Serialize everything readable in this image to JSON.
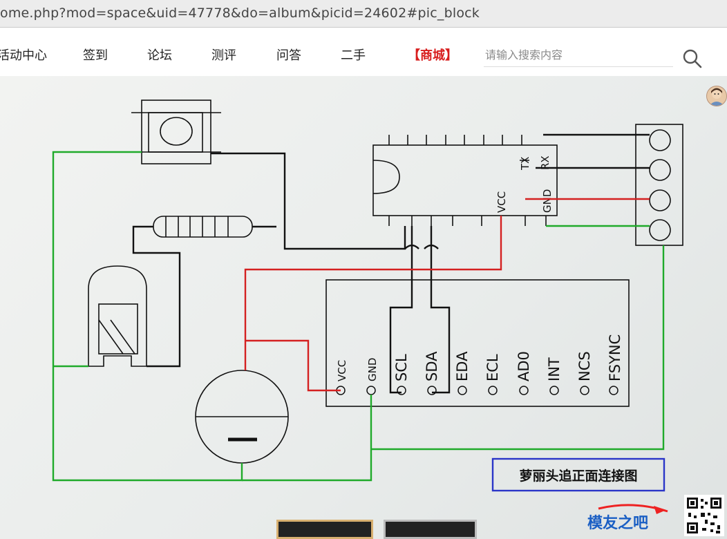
{
  "browser": {
    "url": "ome.php?mod=space&uid=47778&do=album&picid=24602#pic_block"
  },
  "nav": {
    "items": [
      "活动中心",
      "签到",
      "论坛",
      "测评",
      "问答",
      "二手",
      "【商城】"
    ],
    "search_placeholder": "请输入搜索内容"
  },
  "diagram": {
    "mcu_pins": {
      "tx": "TX",
      "rx": "RX",
      "vcc": "VCC",
      "gnd": "GND"
    },
    "sensor_pins": [
      "VCC",
      "GND",
      "SCL",
      "SDA",
      "EDA",
      "ECL",
      "AD0",
      "INT",
      "NCS",
      "FSYNC"
    ],
    "battery_symbol": "—",
    "caption": "萝丽头追正面连接图",
    "wire_colors": {
      "black": "#111111",
      "red": "#d42020",
      "green": "#1faa2a"
    }
  },
  "watermark": {
    "brand": "模友之吧"
  }
}
